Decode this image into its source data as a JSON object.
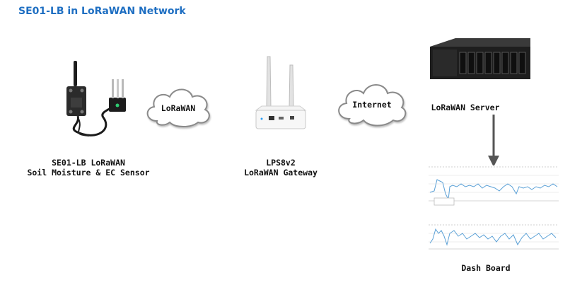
{
  "title": "SE01-LB in LoRaWAN Network",
  "nodes": {
    "sensor": {
      "line1": "SE01-LB LoRaWAN",
      "line2": "Soil Moisture & EC Sensor"
    },
    "gateway": {
      "line1": "LPS8v2",
      "line2": "LoRaWAN Gateway"
    },
    "server": {
      "label": "LoRaWAN Server"
    },
    "dashboard": {
      "label": "Dash Board"
    }
  },
  "links": {
    "radio": "LoRaWAN",
    "internet": "Internet"
  },
  "colors": {
    "title": "#1f6fc2",
    "cloud_stroke": "#8a8a8a",
    "arrow": "#555555",
    "chart_line": "#5aa0d6"
  }
}
